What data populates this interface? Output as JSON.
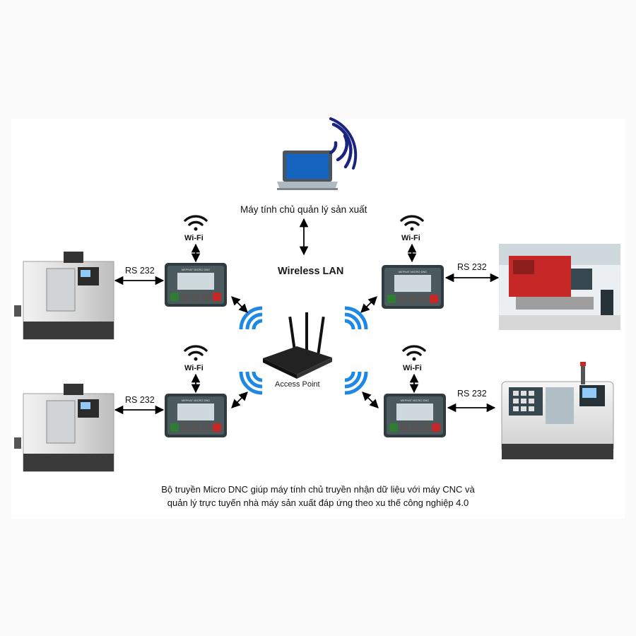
{
  "labels": {
    "pc_label": "Máy tính chủ quản lý sản xuất",
    "wireless_lan": "Wireless LAN",
    "access_point": "Access Point",
    "rs232": "RS 232",
    "wifi": "Wi-Fi",
    "device_brand": "MEPHAT MICRO DNC"
  },
  "caption": {
    "line1": "Bộ truyền Micro DNC giúp máy tính chủ truyền nhận dữ liệu với máy CNC và",
    "line2": "quản lý trực tuyến nhà máy sản xuất đáp ứng theo xu thế công nghiệp 4.0"
  },
  "colors": {
    "signal_blue": "#1e88e5",
    "laptop_arc": "#1a237e",
    "device_screen": "#cfd8dc",
    "device_body": "#2f3b3f",
    "punch_red": "#c62828"
  },
  "icons": [
    "laptop-icon",
    "wifi-icon",
    "router-icon",
    "signal-arc-icon",
    "arrow-icon"
  ]
}
